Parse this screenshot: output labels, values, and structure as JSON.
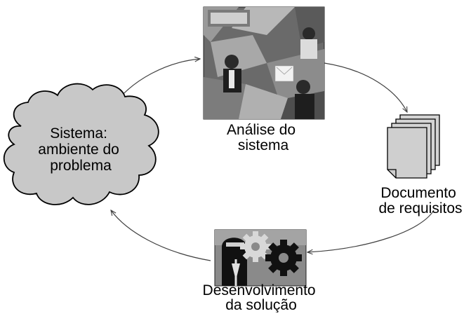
{
  "diagram": {
    "cloud": {
      "lines": [
        "Sistema:",
        "ambiente do",
        "problema"
      ]
    },
    "analysis": {
      "lines": [
        "Análise do",
        "sistema"
      ]
    },
    "document": {
      "lines": [
        "Documento",
        "de requisitos"
      ]
    },
    "development": {
      "lines": [
        "Desenvolvimento",
        "da solução"
      ]
    }
  },
  "colors": {
    "cloud_fill": "#c8c8c8",
    "stroke": "#000000",
    "arrow": "#404040",
    "paper": "#d4d4d4"
  }
}
